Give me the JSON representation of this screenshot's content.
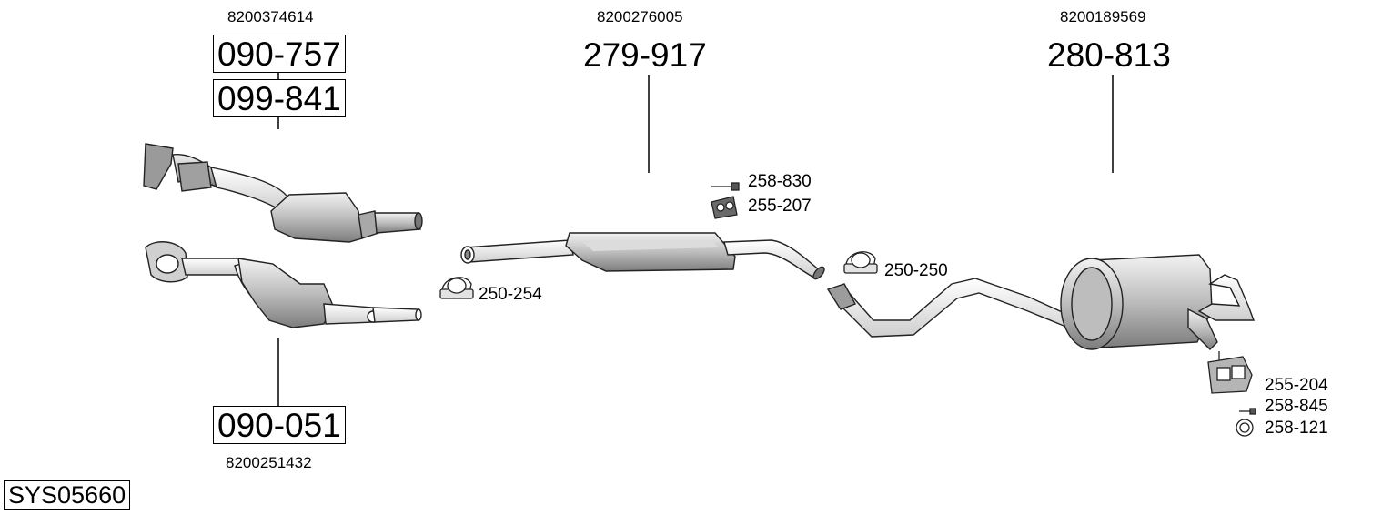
{
  "system_code": "SYS05660",
  "colors": {
    "line": "#000000",
    "part_fill": "#c8c8c8",
    "part_dark": "#8a8a8a",
    "background": "#ffffff"
  },
  "groups": {
    "front": {
      "oe_top": "8200374614",
      "part_top_1": "090-757",
      "part_top_2": "099-841",
      "part_bottom": "090-051",
      "oe_bottom": "8200251432"
    },
    "middle": {
      "oe": "8200276005",
      "part": "279-917"
    },
    "rear": {
      "oe": "8200189569",
      "part": "280-813"
    }
  },
  "accessories": {
    "clamp_front": "250-254",
    "bolt_mid": "258-830",
    "rubber_mid": "255-207",
    "clamp_mid": "250-250",
    "rubber_rear": "255-204",
    "bolt_rear": "258-845",
    "ring_rear": "258-121"
  }
}
